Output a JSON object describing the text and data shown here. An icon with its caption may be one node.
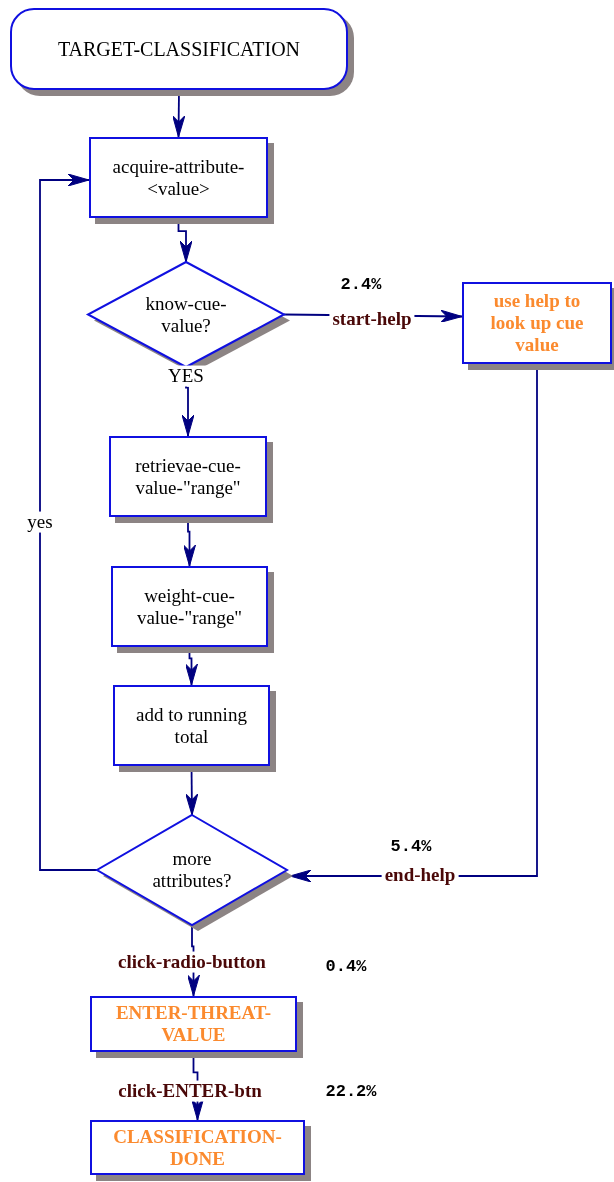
{
  "diagram": {
    "nodes": [
      {
        "text": [
          "TARGET-CLASSIFICATION"
        ]
      },
      {
        "text": [
          "acquire-attribute-<value>"
        ]
      },
      {
        "text": [
          "know-cue-value?"
        ]
      },
      {
        "text": [
          "use help to look up cue value"
        ]
      },
      {
        "text": [
          "retrievae-cue-value-\"range\""
        ]
      },
      {
        "text": [
          "weight-cue-value-\"range\""
        ]
      },
      {
        "text": [
          "add to running total"
        ]
      },
      {
        "text": [
          "more attributes?"
        ]
      },
      {
        "text": [
          "ENTER-THREAT-VALUE"
        ]
      },
      {
        "text": [
          "CLASSIFICATION-DONE"
        ]
      }
    ],
    "edges": [
      {
        "from": 0,
        "to": 1,
        "arrow": "to"
      },
      {
        "from": 1,
        "to": 2,
        "arrow": "to"
      },
      {
        "from": 2,
        "to": 3,
        "arrow": "to",
        "label": "start-help"
      },
      {
        "from": 2,
        "to": 4,
        "arrow": "to",
        "label": "YES"
      },
      {
        "from": 4,
        "to": 5,
        "arrow": "to"
      },
      {
        "from": 5,
        "to": 6,
        "arrow": "to"
      },
      {
        "from": 6,
        "to": 7,
        "arrow": "to"
      },
      {
        "from": 7,
        "to": 1,
        "arrow": "to",
        "label": "yes"
      },
      {
        "from": 3,
        "to": 7,
        "arrow": "to",
        "label": "end-help"
      },
      {
        "from": 7,
        "to": 8,
        "arrow": "to",
        "label": "click-radio-button"
      },
      {
        "from": 8,
        "to": 9,
        "arrow": "to",
        "label": "click-ENTER-btn"
      }
    ],
    "labels": [
      "2.4%",
      "5.4%",
      "0.4%",
      "22.2%"
    ]
  }
}
